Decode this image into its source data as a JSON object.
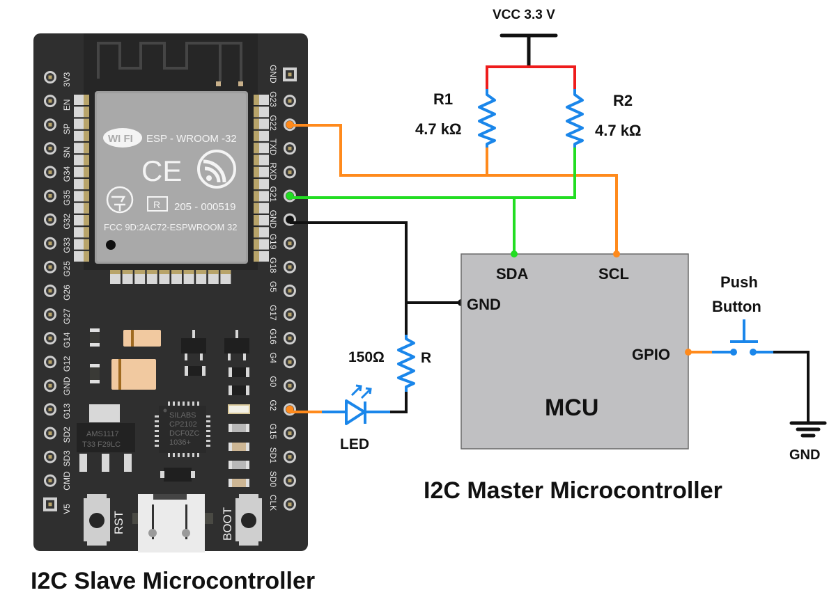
{
  "titles": {
    "slave": "I2C Slave Microcontroller",
    "master": "I2C Master Microcontroller"
  },
  "supply": {
    "label": "VCC 3.3 V"
  },
  "resistors": {
    "r1": {
      "name": "R1",
      "value": "4.7 kΩ"
    },
    "r2": {
      "name": "R2",
      "value": "4.7 kΩ"
    },
    "r": {
      "name": "R",
      "value": "150Ω"
    }
  },
  "led": {
    "label": "LED"
  },
  "mcu": {
    "name": "MCU",
    "pins": {
      "sda": "SDA",
      "scl": "SCL",
      "gnd": "GND",
      "gpio": "GPIO"
    }
  },
  "push_button": {
    "line1": "Push",
    "line2": "Button"
  },
  "ground": {
    "label": "GND"
  },
  "esp32": {
    "module": {
      "name": "ESP - WROOM -32",
      "wifi_logo": "WI FI",
      "ce_mark": "CE",
      "cert_r": "R",
      "cert_number": "205 - 000519",
      "fcc": "FCC 9D:2AC72-ESPWROOM 32"
    },
    "left_pins": [
      "3V3",
      "EN",
      "SP",
      "SN",
      "G34",
      "G35",
      "G32",
      "G33",
      "G25",
      "G26",
      "G27",
      "G14",
      "G12",
      "GND",
      "G13",
      "SD2",
      "SD3",
      "CMD",
      "V5"
    ],
    "right_pins": [
      "GND",
      "G23",
      "G22",
      "TXD",
      "RXD",
      "G21",
      "GND",
      "G19",
      "G18",
      "G5",
      "G17",
      "G16",
      "G4",
      "G0",
      "G2",
      "G15",
      "SD1",
      "SD0",
      "CLK"
    ],
    "regulator": {
      "line1": "AMS1117",
      "line2": "T33 F29LC"
    },
    "usb_chip": {
      "line1": "SILABS",
      "line2": "CP2102",
      "line3": "DCF0ZC",
      "line4": "1036+"
    },
    "buttons": {
      "rst": "RST",
      "boot": "BOOT"
    }
  },
  "colors": {
    "sda_wire": "#22dd22",
    "scl_wire": "#ff8a1c",
    "vcc_wire": "#ee1c1c",
    "gnd_wire": "#111111",
    "component": "#1a86ea",
    "board": "#2f2f2f",
    "mcu_fill": "#c0c0c2"
  }
}
